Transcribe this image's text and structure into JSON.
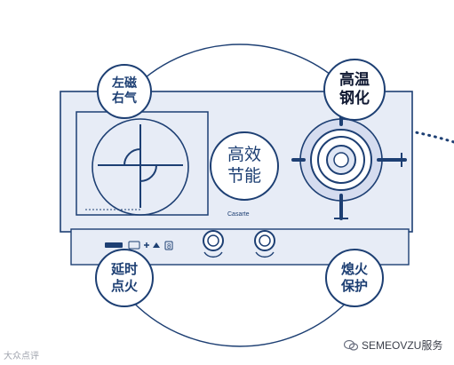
{
  "bubbles": {
    "left_right": [
      "左磁",
      "右气"
    ],
    "high_temp": [
      "高温",
      "钢化"
    ],
    "efficiency": [
      "高效",
      "节能"
    ],
    "delay": [
      "延时",
      "点火"
    ],
    "flame": [
      "熄火",
      "保护"
    ]
  },
  "stove": {
    "brand": "Casarte",
    "control_timer": "8"
  },
  "footer": {
    "right_text": "SEMEOVZU服务",
    "left_watermark": "大众点评"
  },
  "colors": {
    "navy": "#1d3f73",
    "glass": "#e9edf6",
    "outline": "#1d3f73"
  }
}
